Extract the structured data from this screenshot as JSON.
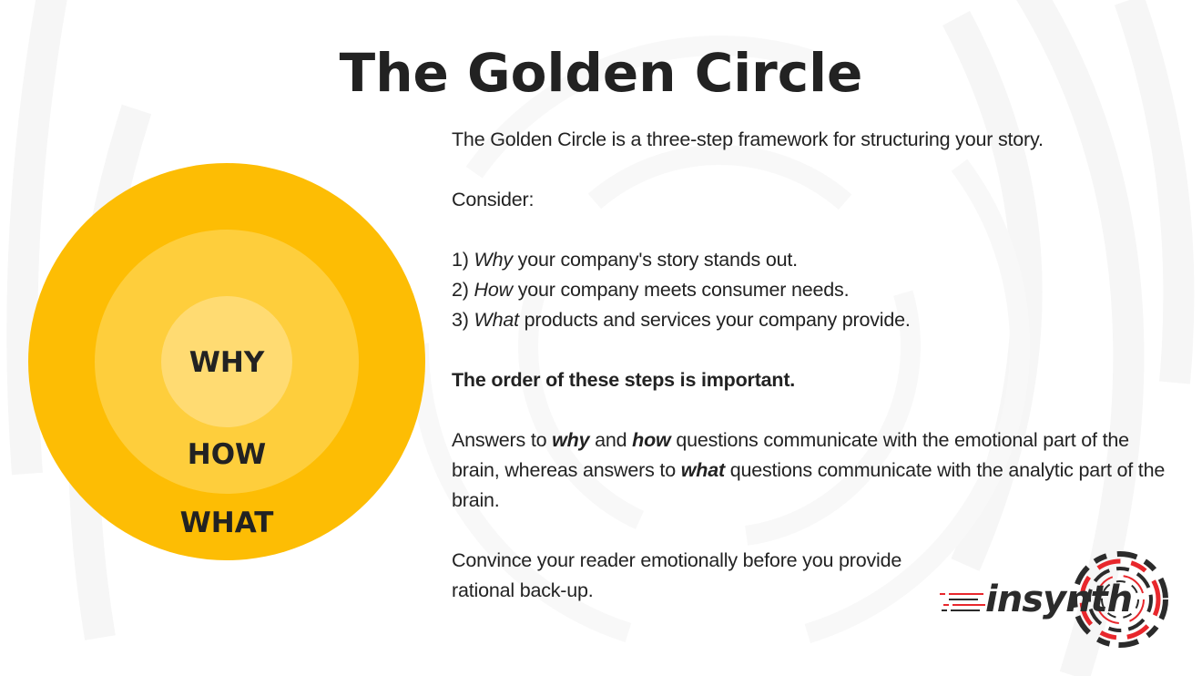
{
  "title": "The Golden Circle",
  "colors": {
    "outer_circle": "#FDBD04",
    "middle_circle": "#FECE3C",
    "inner_circle": "#FFDB72",
    "text": "#222222",
    "logo_red": "#E8272C",
    "logo_dark": "#2B2B2B",
    "background": "#FFFFFF"
  },
  "diagram": {
    "labels": {
      "why": "WHY",
      "how": "HOW",
      "what": "WHAT"
    }
  },
  "body": {
    "intro": "The Golden Circle is a three-step framework for structuring your story.",
    "consider": "Consider:",
    "steps": [
      {
        "num": "1) ",
        "em": "Why",
        "rest": " your company's story stands out."
      },
      {
        "num": "2) ",
        "em": "How",
        "rest": " your company meets consumer needs."
      },
      {
        "num": "3) ",
        "em": "What",
        "rest": " products and services your company provide."
      }
    ],
    "emphasis": "The order of these steps is important.",
    "answers": {
      "p1": "Answers to ",
      "w1": "why",
      "p2": " and ",
      "w2": "how",
      "p3": " questions communicate with the emotional part of the brain, whereas answers to ",
      "w3": "what",
      "p4": " questions communicate with the analytic part of the brain."
    },
    "closing_line1": "Convince your reader emotionally before you provide",
    "closing_line2": "rational back-up."
  },
  "logo": {
    "text": "insynth",
    "icon": "concentric-dashed-rings-logo-icon"
  }
}
